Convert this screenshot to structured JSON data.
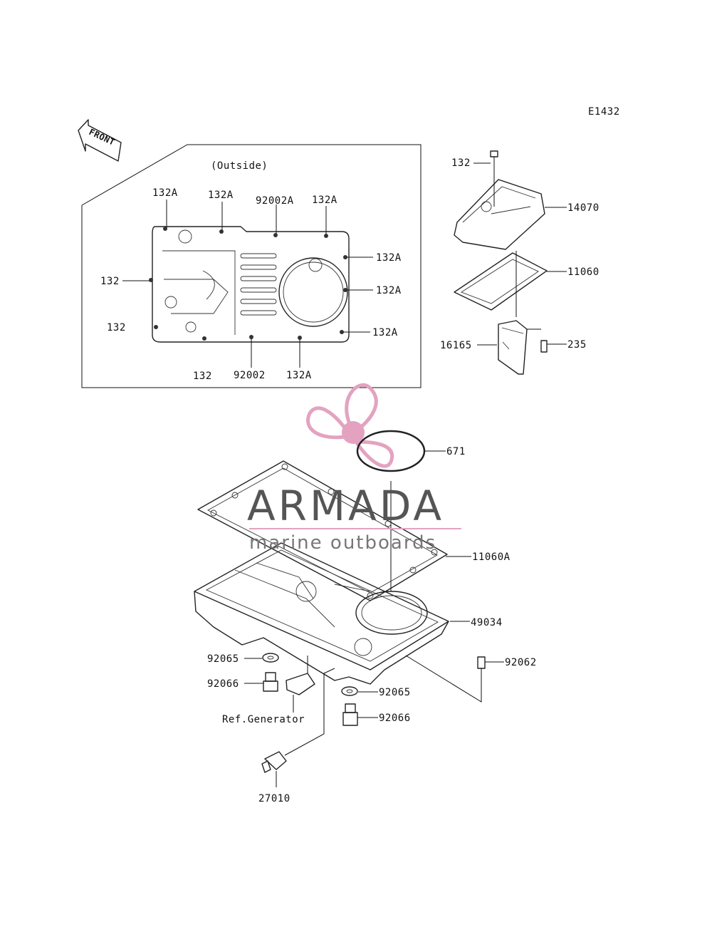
{
  "diagram_code": "E1432",
  "front_label": "FRONT",
  "outside_label": "(Outside)",
  "watermark": {
    "brand": "ARMADA",
    "tagline": "marine outboards",
    "colors": {
      "pink": "#e3a3c0",
      "gray": "#555555"
    }
  },
  "labels": {
    "inset_132A_1": "132A",
    "inset_132A_2": "132A",
    "inset_92002A": "92002A",
    "inset_132A_3": "132A",
    "inset_132A_r1": "132A",
    "inset_132_left": "132",
    "inset_132A_r2": "132A",
    "inset_132_left2": "132",
    "inset_132A_r3": "132A",
    "inset_132_bottom": "132",
    "inset_92002": "92002",
    "inset_132A_bottom": "132A",
    "cover_132": "132",
    "cover_14070": "14070",
    "cover_11060": "11060",
    "cover_16165": "16165",
    "cover_235": "235",
    "oring_671": "671",
    "gasket_11060A": "11060A",
    "pan_49034": "49034",
    "p_92065_left": "92065",
    "p_92066_left": "92066",
    "p_92062": "92062",
    "p_92065_right": "92065",
    "p_92066_right": "92066",
    "ref_generator": "Ref.Generator",
    "p_27010": "27010"
  }
}
